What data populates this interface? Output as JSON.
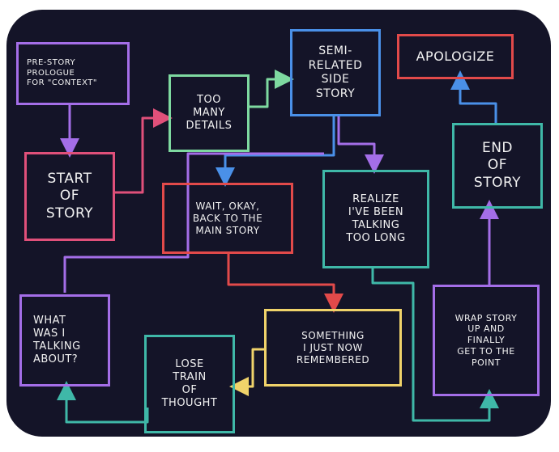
{
  "colors": {
    "background": "#141428",
    "pink": "#e0507a",
    "green": "#7ed9a0",
    "blue": "#4a90e8",
    "purple": "#a46ee8",
    "yellow": "#f0d36a",
    "teal": "#3fb8a8",
    "red": "#e24a4a"
  },
  "boxes": {
    "pre_story": "PRE-STORY\nPROLOGUE\nFOR \"CONTEXT\"",
    "start": "START\nOF\nSTORY",
    "too_many": "TOO\nMANY\nDETAILS",
    "semi_related": "SEMI-\nRELATED\nSIDE\nSTORY",
    "apologize": "APOLOGIZE",
    "end": "END\nOF\nSTORY",
    "wait_okay": "WAIT, OKAY,\nBACK TO THE\nMAIN STORY",
    "realize": "REALIZE\nI'VE BEEN\nTALKING\nTOO LONG",
    "what_was": "WHAT\nWAS I\nTALKING\nABOUT?",
    "something": "SOMETHING\nI JUST NOW\nREMEMBERED",
    "lose_train": "LOSE\nTRAIN\nOF\nTHOUGHT",
    "wrap_up": "WRAP STORY\nUP AND\nFINALLY\nGET TO THE\nPOINT"
  }
}
